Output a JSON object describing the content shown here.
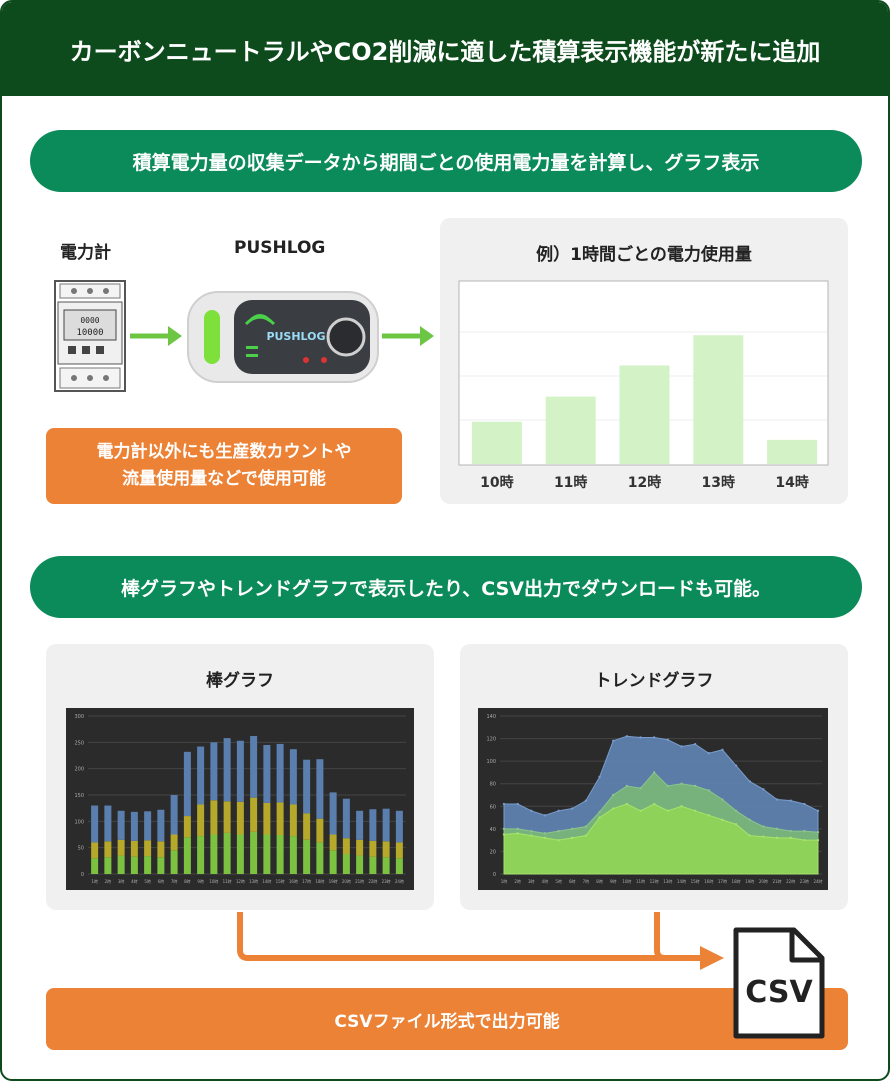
{
  "header": {
    "title": "カーボンニュートラルやCO2削減に適した積算表示機能が新たに追加"
  },
  "section1": {
    "banner": "積算電力量の収集データから期間ごとの使用電力量を計算し、グラフ表示",
    "meter_label": "電力計",
    "device_label": "PUSHLOG",
    "device_brand": "PUSHLOG",
    "meter_display_top": "0000",
    "meter_display_bottom": "10000",
    "note_line1": "電力計以外にも生産数カウントや",
    "note_line2": "流量使用量などで使用可能",
    "example_title": "例）1時間ごとの電力使用量"
  },
  "section2": {
    "banner": "棒グラフやトレンドグラフで表示したり、CSV出力でダウンロードも可能。",
    "bar_panel_title": "棒グラフ",
    "trend_panel_title": "トレンドグラフ",
    "csv_note": "CSVファイル形式で出力可能",
    "csv_icon_text": "CSV"
  },
  "colors": {
    "header": "#0d4a1c",
    "banner": "#0b8a5a",
    "accent_orange": "#ec8235",
    "bar_light": "#d3f2c6",
    "arrow_green": "#6cc644"
  },
  "chart_data": [
    {
      "type": "bar",
      "categories": [
        "10時",
        "11時",
        "12時",
        "13時",
        "14時"
      ],
      "values": [
        42,
        67,
        98,
        128,
        24
      ],
      "ylim": [
        0,
        175
      ]
    },
    {
      "type": "bar",
      "categories": [
        "1時",
        "2時",
        "3時",
        "4時",
        "5時",
        "6時",
        "7時",
        "8時",
        "9時",
        "10時",
        "11時",
        "12時",
        "13時",
        "14時",
        "15時",
        "16時",
        "17時",
        "18時",
        "19時",
        "20時",
        "21時",
        "22時",
        "23時",
        "24時"
      ],
      "series": [
        {
          "values": [
            30,
            32,
            35,
            33,
            34,
            32,
            45,
            70,
            72,
            75,
            78,
            75,
            80,
            75,
            74,
            72,
            65,
            60,
            45,
            38,
            35,
            33,
            32,
            30
          ]
        },
        {
          "values": [
            30,
            30,
            30,
            30,
            30,
            30,
            30,
            40,
            60,
            65,
            60,
            62,
            65,
            60,
            62,
            60,
            50,
            45,
            30,
            30,
            30,
            30,
            30,
            30
          ]
        },
        {
          "values": [
            70,
            68,
            55,
            55,
            55,
            60,
            75,
            122,
            110,
            110,
            120,
            116,
            117,
            110,
            111,
            105,
            102,
            113,
            80,
            75,
            55,
            60,
            62,
            60
          ]
        }
      ],
      "yticks": [
        "0",
        "50",
        "100",
        "150",
        "200",
        "250",
        "300"
      ],
      "ylim": [
        0,
        300
      ]
    },
    {
      "type": "area",
      "x": [
        "1時",
        "2時",
        "3時",
        "4時",
        "5時",
        "6時",
        "7時",
        "8時",
        "9時",
        "10時",
        "11時",
        "12時",
        "13時",
        "14時",
        "15時",
        "16時",
        "17時",
        "18時",
        "19時",
        "20時",
        "21時",
        "22時",
        "23時",
        "24時"
      ],
      "series": [
        {
          "values": [
            35,
            36,
            34,
            32,
            30,
            32,
            34,
            50,
            58,
            62,
            56,
            62,
            56,
            60,
            56,
            52,
            48,
            44,
            34,
            33,
            32,
            32,
            30,
            30
          ]
        },
        {
          "values": [
            40,
            40,
            38,
            36,
            38,
            40,
            42,
            55,
            70,
            78,
            76,
            90,
            78,
            80,
            78,
            74,
            66,
            56,
            48,
            42,
            40,
            38,
            38,
            37
          ]
        },
        {
          "values": [
            62,
            62,
            56,
            52,
            56,
            58,
            65,
            86,
            118,
            122,
            121,
            121,
            119,
            113,
            115,
            107,
            110,
            96,
            82,
            75,
            66,
            65,
            62,
            56
          ]
        }
      ],
      "yticks": [
        "0",
        "20",
        "40",
        "60",
        "80",
        "100",
        "120",
        "140"
      ],
      "ylim": [
        0,
        140
      ]
    }
  ]
}
